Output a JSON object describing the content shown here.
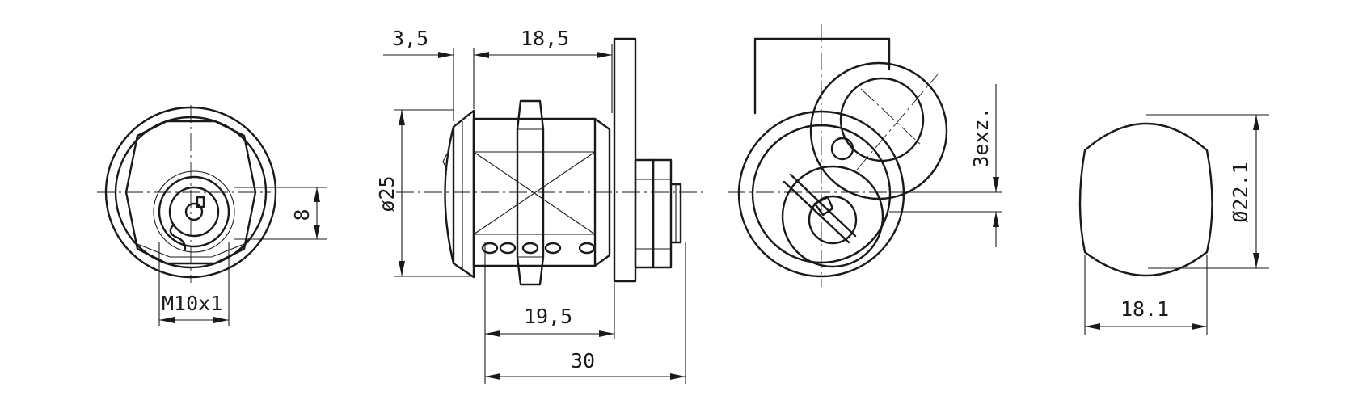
{
  "dimensions": {
    "front_thread": "M10x1",
    "front_cam_offset": "8",
    "side_top_left": "3,5",
    "side_top_right": "18,5",
    "side_diameter": "ø25",
    "side_bottom_inner": "19,5",
    "side_bottom_total": "30",
    "rear_eccentric": "3exz.",
    "cut_width": "18.1",
    "cut_diameter": "Ø22.1"
  },
  "colors": {
    "line": "#1a1a1a",
    "background": "#ffffff"
  }
}
